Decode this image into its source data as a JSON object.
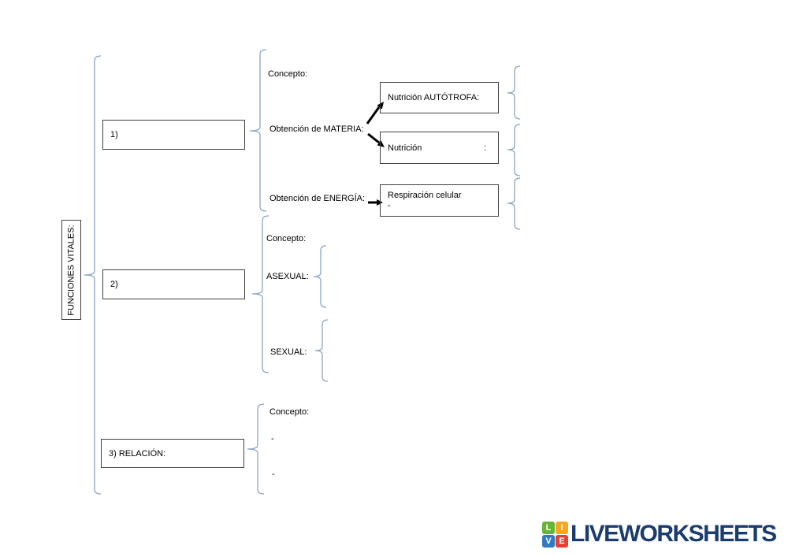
{
  "colors": {
    "brace": "#8aa4c4",
    "box_border": "#404040",
    "arrow": "#000000",
    "logo_text": "#1b3d6e",
    "background": "#ffffff"
  },
  "funciones": {
    "label": "FUNCIONES VITALES:"
  },
  "section1": {
    "box_label": "1)",
    "concepto_label": "Concepto:",
    "materia_label": "Obtención de MATERIA:",
    "energia_label": "Obtención de ENERGÍA:",
    "autotrofa_box_label": "Nutrición AUTÓTROFA:",
    "nutricion_box_label": "Nutrición",
    "nutricion_box_colon": ":",
    "respiracion_box_label": "Respiración celular",
    "respiracion_box_line2": "-"
  },
  "section2": {
    "box_label": "2)",
    "concepto_label": "Concepto:",
    "asexual_label": "ASEXUAL:",
    "sexual_label": "SEXUAL:"
  },
  "section3": {
    "box_label": "3) RELACIÓN:",
    "concepto_label": "Concepto:",
    "dash1": "-",
    "dash2": "-"
  },
  "logo": {
    "wordmark": "LIVEWORKSHEETS",
    "squares": [
      {
        "letter": "L",
        "color": "#68b43b"
      },
      {
        "letter": "I",
        "color": "#f7a823"
      },
      {
        "letter": "V",
        "color": "#3379bd"
      },
      {
        "letter": "E",
        "color": "#e64034"
      }
    ]
  }
}
